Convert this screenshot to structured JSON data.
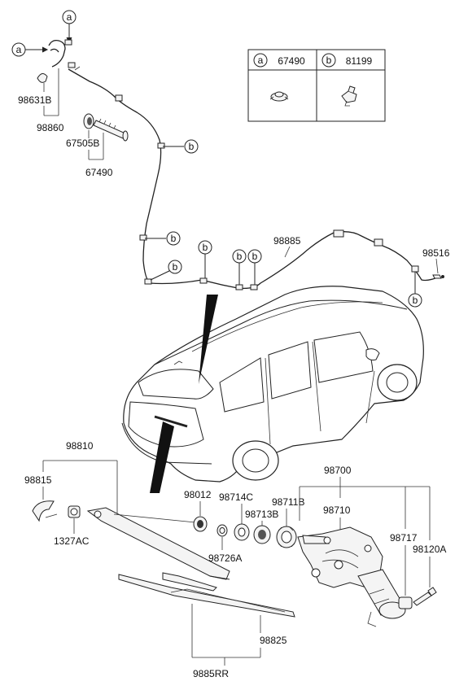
{
  "legend": {
    "a": {
      "letter": "a",
      "part_no": "67490"
    },
    "b": {
      "letter": "b",
      "part_no": "81199"
    }
  },
  "callout_letters": {
    "a": "a",
    "b": "b"
  },
  "part_labels": {
    "p98631B": "98631B",
    "p98860": "98860",
    "p67505B": "67505B",
    "p67490": "67490",
    "p98885": "98885",
    "p98516": "98516",
    "p98810": "98810",
    "p98815": "98815",
    "p1327AC": "1327AC",
    "p98012": "98012",
    "p98714C": "98714C",
    "p98713B": "98713B",
    "p98711B": "98711B",
    "p98710": "98710",
    "p98700": "98700",
    "p98726A": "98726A",
    "p98717": "98717",
    "p98120A": "98120A",
    "p98825": "98825",
    "p9885RR": "9885RR"
  }
}
